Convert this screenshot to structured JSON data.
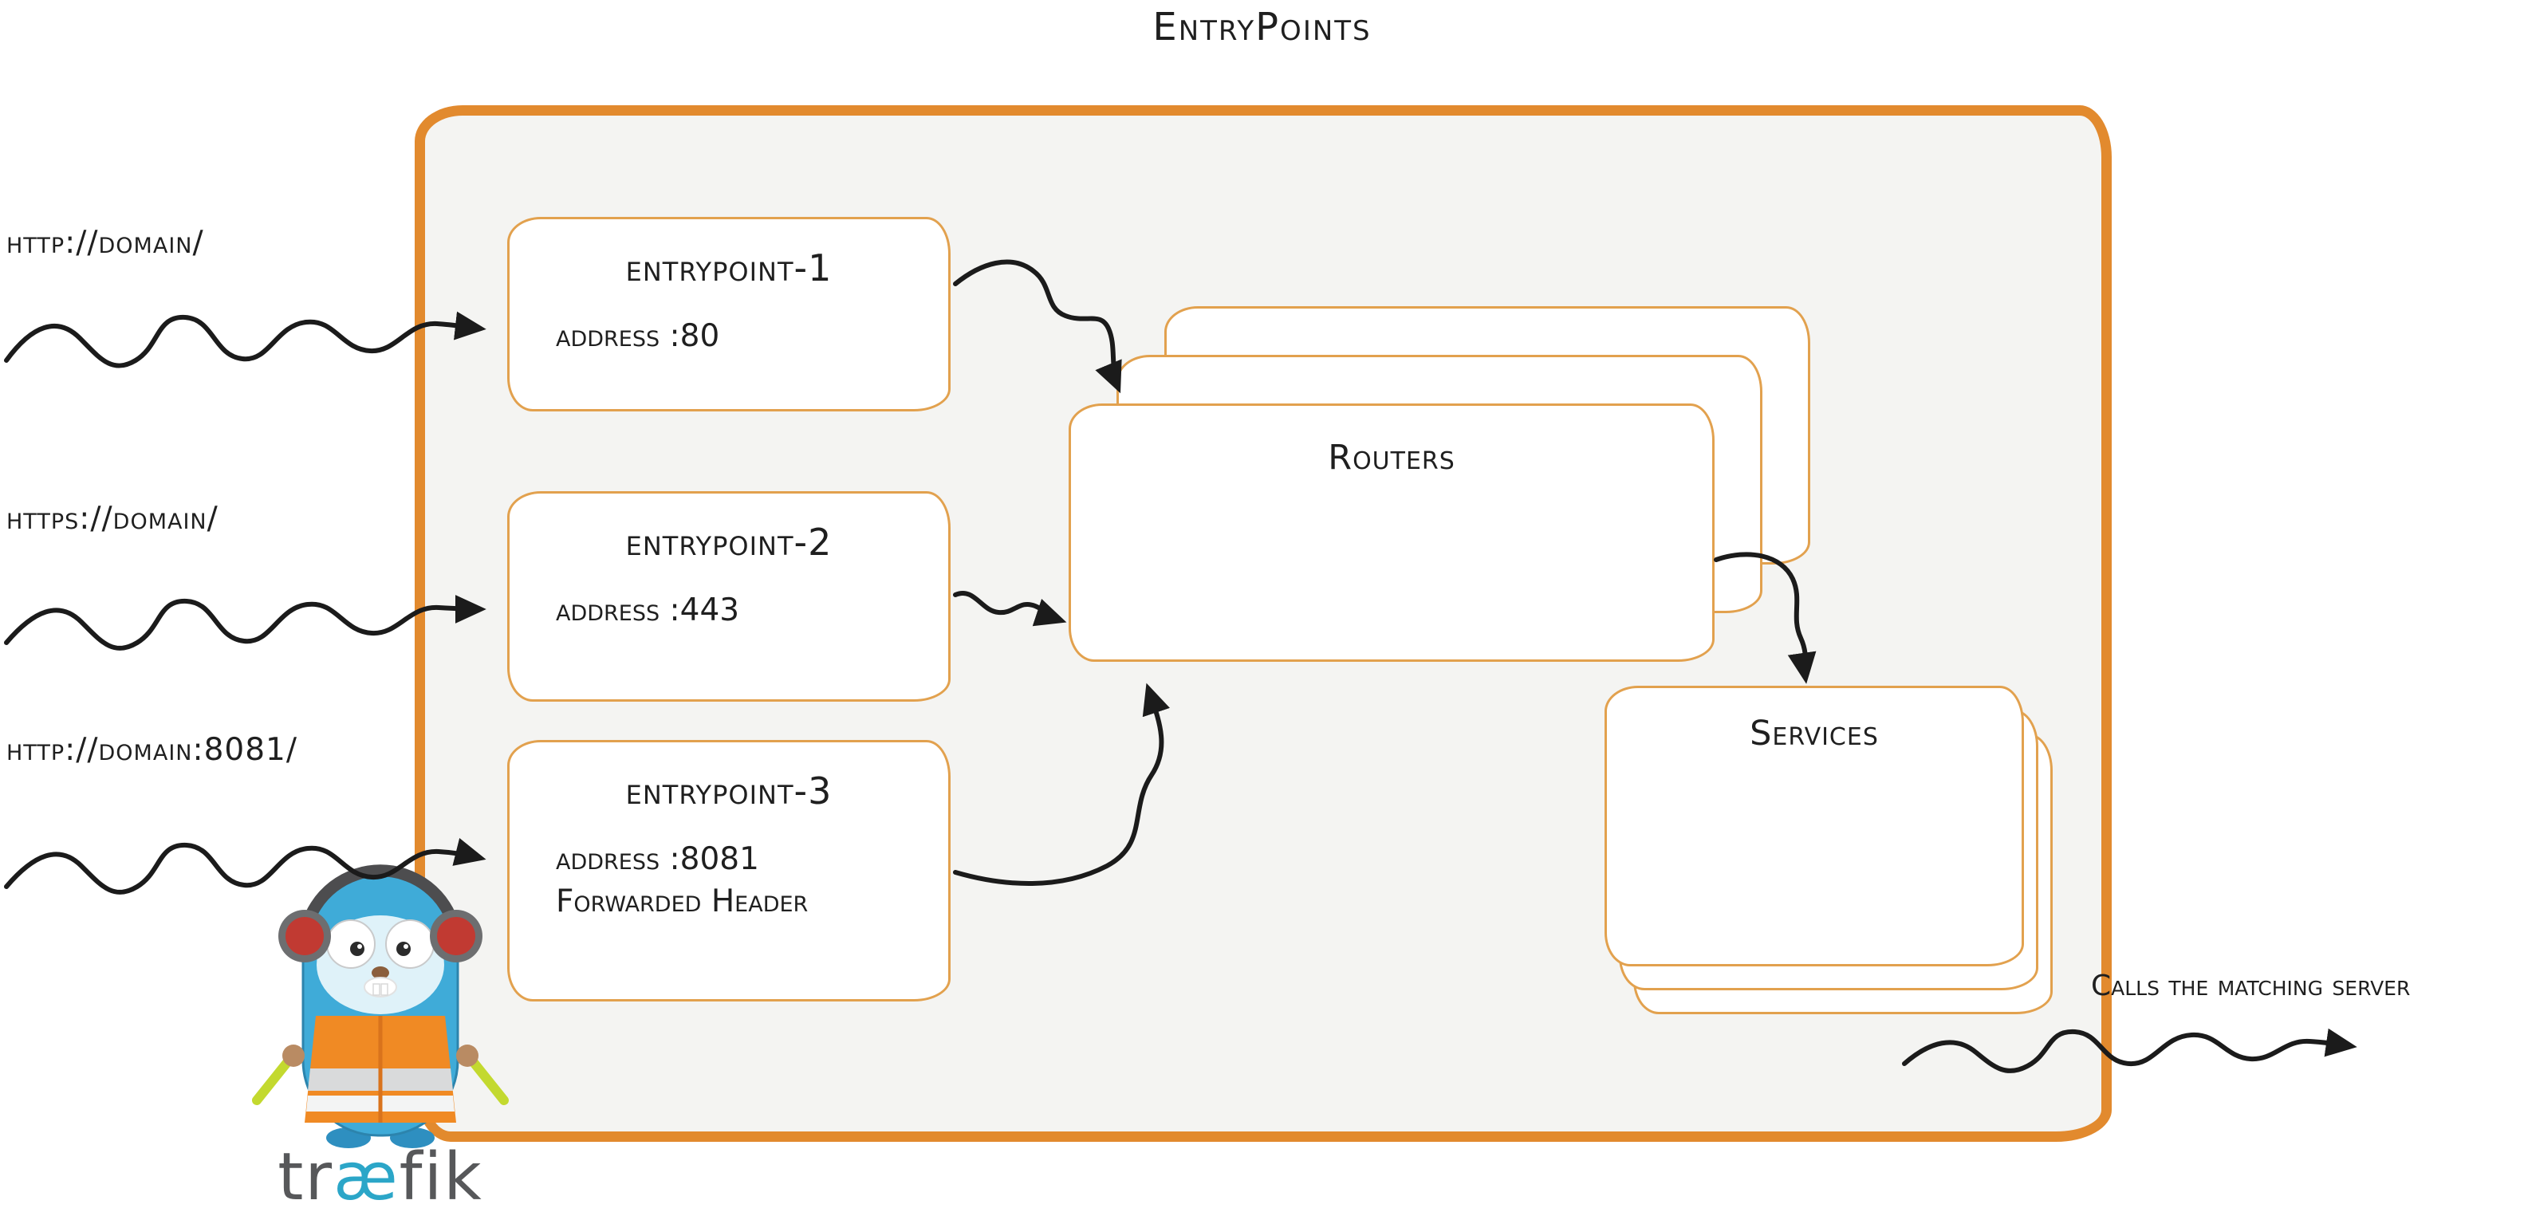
{
  "title": "EntryPoints",
  "requests": [
    {
      "label": "http://domain/"
    },
    {
      "label": "https://domain/"
    },
    {
      "label": "http://domain:8081/"
    }
  ],
  "entrypoints": [
    {
      "name": "entrypoint-1",
      "address": "address :80"
    },
    {
      "name": "entrypoint-2",
      "address": "address :443"
    },
    {
      "name": "entrypoint-3",
      "address": "address :8081",
      "extra": "Forwarded Header"
    }
  ],
  "routers": {
    "label": "Routers"
  },
  "services": {
    "label": "Services"
  },
  "outgoing_label": "Calls the matching server",
  "logo": {
    "pre": "tr",
    "mid": "æ",
    "post": "fik"
  },
  "colors": {
    "accent_orange": "#E28A2E",
    "card_border_orange": "#E2A14E",
    "panel_fill": "#F4F4F2",
    "ink": "#1F1F1F",
    "logo_teal": "#2BA6C8",
    "logo_gray": "#57585A"
  }
}
